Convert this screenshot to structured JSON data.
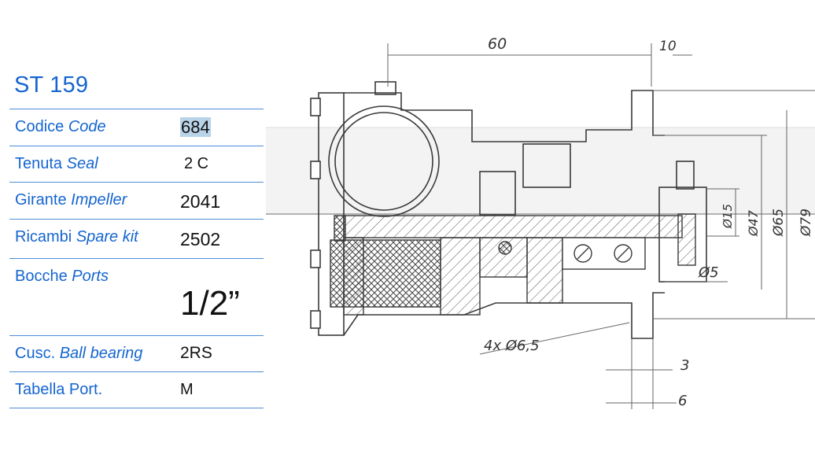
{
  "product": {
    "title": "ST 159"
  },
  "specs": [
    {
      "label": "Codice",
      "label_en": "Code",
      "value": "684"
    },
    {
      "label": "Tenuta",
      "label_en": "Seal",
      "value": "2 C"
    },
    {
      "label": "Girante",
      "label_en": "Impeller",
      "value": "2041"
    },
    {
      "label": "Ricambi",
      "label_en": "Spare kit",
      "value": "2502"
    },
    {
      "label": "Bocche",
      "label_en": "Ports",
      "value": "1/2”"
    },
    {
      "label": "Cusc.",
      "label_en": "Ball bearing",
      "value": "2RS"
    },
    {
      "label": "Tabella Port.",
      "label_en": "",
      "value": "M"
    }
  ],
  "drawing": {
    "dimensions": {
      "d60": "60",
      "d10": "10",
      "d15": "Ø15",
      "d47": "Ø47",
      "d65": "Ø65",
      "d79": "Ø79",
      "d5": "Ø5",
      "holes": "4x Ø6,5",
      "d3": "3",
      "d6": "6"
    }
  },
  "colors": {
    "accent": "#1565d0",
    "rule": "#4d8dd8",
    "highlight": "#b9d3e9"
  }
}
